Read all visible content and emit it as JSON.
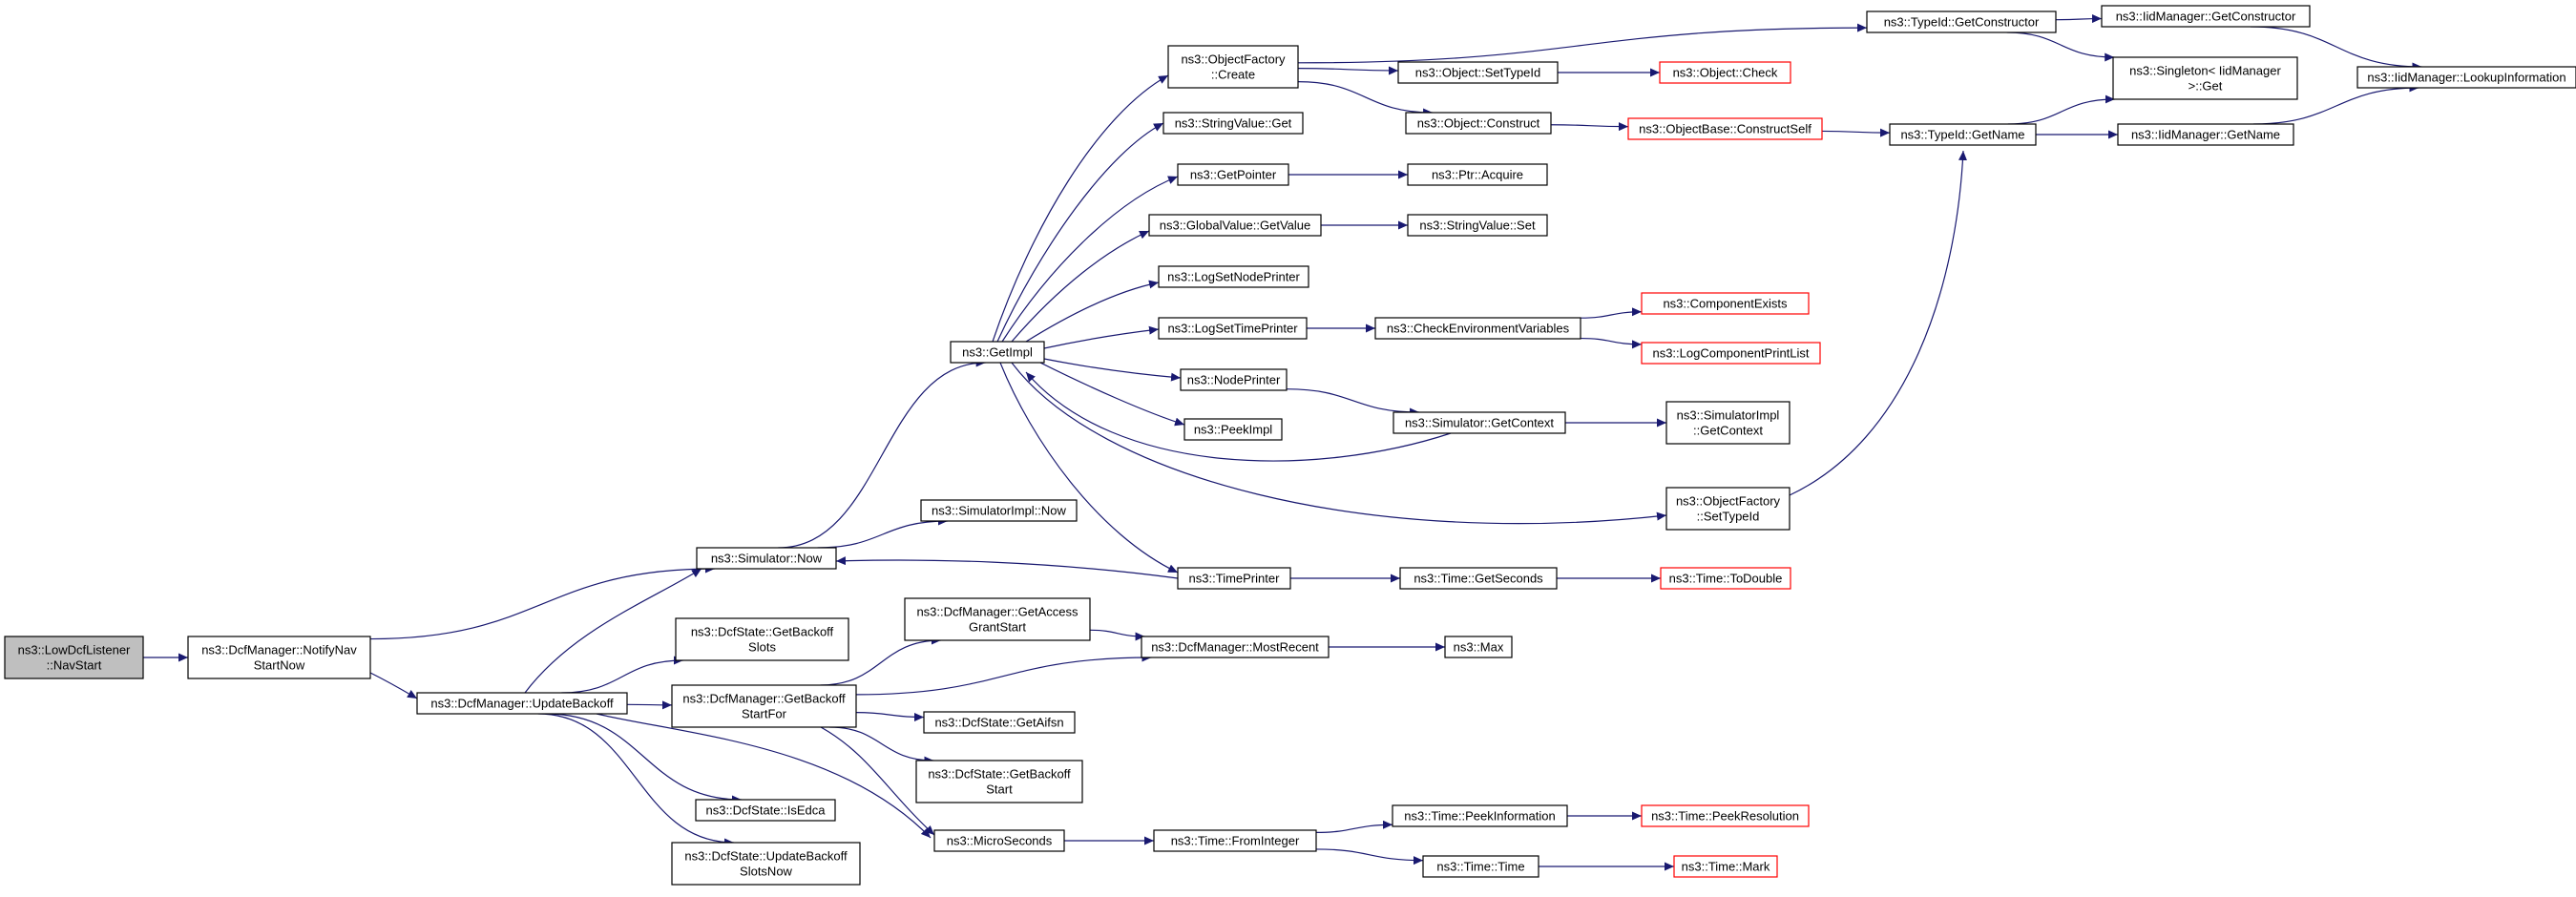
{
  "colors": {
    "edge": "#191970",
    "root_fill": "#bfbfbf",
    "node_border": "#000000",
    "truncated_border": "#ff0000"
  },
  "nodes": [
    {
      "id": "lowdcf",
      "lines": [
        "ns3::LowDcfListener",
        "::NavStart"
      ],
      "root": true
    },
    {
      "id": "notifynav",
      "lines": [
        "ns3::DcfManager::NotifyNav",
        "StartNow"
      ]
    },
    {
      "id": "updatebackoff",
      "lines": [
        "ns3::DcfManager::UpdateBackoff"
      ]
    },
    {
      "id": "simnow",
      "lines": [
        "ns3::Simulator::Now"
      ]
    },
    {
      "id": "getbackoffslots",
      "lines": [
        "ns3::DcfState::GetBackoff",
        "Slots"
      ]
    },
    {
      "id": "getbackoffstartfor",
      "lines": [
        "ns3::DcfManager::GetBackoff",
        "StartFor"
      ]
    },
    {
      "id": "isedca",
      "lines": [
        "ns3::DcfState::IsEdca"
      ]
    },
    {
      "id": "updatebackoffslotsnow",
      "lines": [
        "ns3::DcfState::UpdateBackoff",
        "SlotsNow"
      ]
    },
    {
      "id": "getimpl",
      "lines": [
        "ns3::GetImpl"
      ]
    },
    {
      "id": "simimplnow",
      "lines": [
        "ns3::SimulatorImpl::Now"
      ]
    },
    {
      "id": "getaccessgrantstart",
      "lines": [
        "ns3::DcfManager::GetAccess",
        "GrantStart"
      ]
    },
    {
      "id": "getaifsn",
      "lines": [
        "ns3::DcfState::GetAifsn"
      ]
    },
    {
      "id": "getbackoffstart",
      "lines": [
        "ns3::DcfState::GetBackoff",
        "Start"
      ]
    },
    {
      "id": "microseconds",
      "lines": [
        "ns3::MicroSeconds"
      ]
    },
    {
      "id": "objfactorycreate",
      "lines": [
        "ns3::ObjectFactory",
        "::Create"
      ]
    },
    {
      "id": "stringvalueget",
      "lines": [
        "ns3::StringValue::Get"
      ]
    },
    {
      "id": "getpointer",
      "lines": [
        "ns3::GetPointer"
      ]
    },
    {
      "id": "globalvaluegetvalue",
      "lines": [
        "ns3::GlobalValue::GetValue"
      ]
    },
    {
      "id": "logsetnodeprinter",
      "lines": [
        "ns3::LogSetNodePrinter"
      ]
    },
    {
      "id": "logsettimeprinter",
      "lines": [
        "ns3::LogSetTimePrinter"
      ]
    },
    {
      "id": "nodeprinter",
      "lines": [
        "ns3::NodePrinter"
      ]
    },
    {
      "id": "peekimpl",
      "lines": [
        "ns3::PeekImpl"
      ]
    },
    {
      "id": "timeprinter",
      "lines": [
        "ns3::TimePrinter"
      ]
    },
    {
      "id": "mostrecent",
      "lines": [
        "ns3::DcfManager::MostRecent"
      ]
    },
    {
      "id": "frominteger",
      "lines": [
        "ns3::Time::FromInteger"
      ]
    },
    {
      "id": "objectsettypeid",
      "lines": [
        "ns3::Object::SetTypeId"
      ]
    },
    {
      "id": "objectconstruct",
      "lines": [
        "ns3::Object::Construct"
      ]
    },
    {
      "id": "ptracquire",
      "lines": [
        "ns3::Ptr::Acquire"
      ]
    },
    {
      "id": "stringvalueset",
      "lines": [
        "ns3::StringValue::Set"
      ]
    },
    {
      "id": "checkenvvars",
      "lines": [
        "ns3::CheckEnvironmentVariables"
      ]
    },
    {
      "id": "simgetcontext",
      "lines": [
        "ns3::Simulator::GetContext"
      ]
    },
    {
      "id": "timegetseconds",
      "lines": [
        "ns3::Time::GetSeconds"
      ]
    },
    {
      "id": "max",
      "lines": [
        "ns3::Max"
      ]
    },
    {
      "id": "timepeekinformation",
      "lines": [
        "ns3::Time::PeekInformation"
      ]
    },
    {
      "id": "timetime",
      "lines": [
        "ns3::Time::Time"
      ]
    },
    {
      "id": "typeidgetconstructor",
      "lines": [
        "ns3::TypeId::GetConstructor"
      ]
    },
    {
      "id": "objectcheck",
      "lines": [
        "ns3::Object::Check"
      ],
      "truncated": true
    },
    {
      "id": "objectbaseconstructself",
      "lines": [
        "ns3::ObjectBase::ConstructSelf"
      ],
      "truncated": true
    },
    {
      "id": "componentexists",
      "lines": [
        "ns3::ComponentExists"
      ],
      "truncated": true
    },
    {
      "id": "logcomponentprintlist",
      "lines": [
        "ns3::LogComponentPrintList"
      ],
      "truncated": true
    },
    {
      "id": "simimplgetcontext",
      "lines": [
        "ns3::SimulatorImpl",
        "::GetContext"
      ]
    },
    {
      "id": "objfactorysettypeid",
      "lines": [
        "ns3::ObjectFactory",
        "::SetTypeId"
      ]
    },
    {
      "id": "timetodouble",
      "lines": [
        "ns3::Time::ToDouble"
      ],
      "truncated": true
    },
    {
      "id": "timepeekresolution",
      "lines": [
        "ns3::Time::PeekResolution"
      ],
      "truncated": true
    },
    {
      "id": "timemark",
      "lines": [
        "ns3::Time::Mark"
      ],
      "truncated": true
    },
    {
      "id": "typeidgetname",
      "lines": [
        "ns3::TypeId::GetName"
      ]
    },
    {
      "id": "iidmgrgetconstructor",
      "lines": [
        "ns3::IidManager::GetConstructor"
      ]
    },
    {
      "id": "singletonget",
      "lines": [
        "ns3::Singleton< IidManager",
        " >::Get"
      ]
    },
    {
      "id": "iidmgrgetname",
      "lines": [
        "ns3::IidManager::GetName"
      ]
    },
    {
      "id": "iidmgrlookupinfo",
      "lines": [
        "ns3::IidManager::LookupInformation"
      ]
    }
  ],
  "edges": [
    [
      "lowdcf",
      "notifynav"
    ],
    [
      "notifynav",
      "simnow"
    ],
    [
      "notifynav",
      "updatebackoff"
    ],
    [
      "updatebackoff",
      "simnow"
    ],
    [
      "updatebackoff",
      "getbackoffslots"
    ],
    [
      "updatebackoff",
      "getbackoffstartfor"
    ],
    [
      "updatebackoff",
      "isedca"
    ],
    [
      "updatebackoff",
      "updatebackoffslotsnow"
    ],
    [
      "updatebackoff",
      "microseconds"
    ],
    [
      "simnow",
      "getimpl"
    ],
    [
      "simnow",
      "simimplnow"
    ],
    [
      "getbackoffstartfor",
      "getaccessgrantstart"
    ],
    [
      "getbackoffstartfor",
      "mostrecent"
    ],
    [
      "getbackoffstartfor",
      "getaifsn"
    ],
    [
      "getbackoffstartfor",
      "getbackoffstart"
    ],
    [
      "getbackoffstartfor",
      "microseconds"
    ],
    [
      "getaccessgrantstart",
      "mostrecent"
    ],
    [
      "mostrecent",
      "max"
    ],
    [
      "microseconds",
      "frominteger"
    ],
    [
      "frominteger",
      "timepeekinformation"
    ],
    [
      "frominteger",
      "timetime"
    ],
    [
      "timepeekinformation",
      "timepeekresolution"
    ],
    [
      "timetime",
      "timemark"
    ],
    [
      "getimpl",
      "objfactorycreate"
    ],
    [
      "getimpl",
      "stringvalueget"
    ],
    [
      "getimpl",
      "getpointer"
    ],
    [
      "getimpl",
      "globalvaluegetvalue"
    ],
    [
      "getimpl",
      "logsetnodeprinter"
    ],
    [
      "getimpl",
      "logsettimeprinter"
    ],
    [
      "getimpl",
      "nodeprinter"
    ],
    [
      "getimpl",
      "peekimpl"
    ],
    [
      "getimpl",
      "timeprinter"
    ],
    [
      "getimpl",
      "objfactorysettypeid"
    ],
    [
      "simgetcontext",
      "getimpl"
    ],
    [
      "timeprinter",
      "simnow"
    ],
    [
      "timeprinter",
      "timegetseconds"
    ],
    [
      "timegetseconds",
      "timetodouble"
    ],
    [
      "objfactorycreate",
      "typeidgetconstructor"
    ],
    [
      "objfactorycreate",
      "objectsettypeid"
    ],
    [
      "objfactorycreate",
      "objectconstruct"
    ],
    [
      "objectsettypeid",
      "objectcheck"
    ],
    [
      "objectconstruct",
      "objectbaseconstructself"
    ],
    [
      "objectbaseconstructself",
      "typeidgetname"
    ],
    [
      "getpointer",
      "ptracquire"
    ],
    [
      "globalvaluegetvalue",
      "stringvalueset"
    ],
    [
      "logsettimeprinter",
      "checkenvvars"
    ],
    [
      "checkenvvars",
      "componentexists"
    ],
    [
      "checkenvvars",
      "logcomponentprintlist"
    ],
    [
      "nodeprinter",
      "simgetcontext"
    ],
    [
      "simgetcontext",
      "simimplgetcontext"
    ],
    [
      "objfactorysettypeid",
      "typeidgetname"
    ],
    [
      "typeidgetconstructor",
      "iidmgrgetconstructor"
    ],
    [
      "typeidgetconstructor",
      "singletonget"
    ],
    [
      "typeidgetname",
      "singletonget"
    ],
    [
      "typeidgetname",
      "iidmgrgetname"
    ],
    [
      "iidmgrgetconstructor",
      "iidmgrlookupinfo"
    ],
    [
      "iidmgrgetname",
      "iidmgrlookupinfo"
    ]
  ]
}
